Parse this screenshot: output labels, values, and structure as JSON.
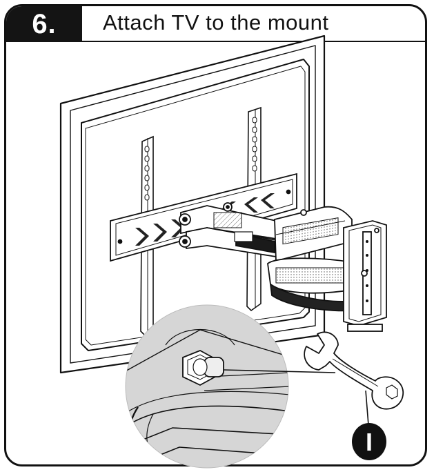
{
  "header": {
    "step_number": "6.",
    "title": "Attach TV to the mount"
  },
  "callouts": {
    "tool_marker": "I"
  },
  "colors": {
    "ink": "#111111",
    "badge_bg": "#141414",
    "zoom_circle_fill": "#d6d6d6",
    "hatch": "#777777"
  },
  "icons": {
    "wrench": "wrench-icon",
    "bolt": "hex-bolt-icon"
  }
}
